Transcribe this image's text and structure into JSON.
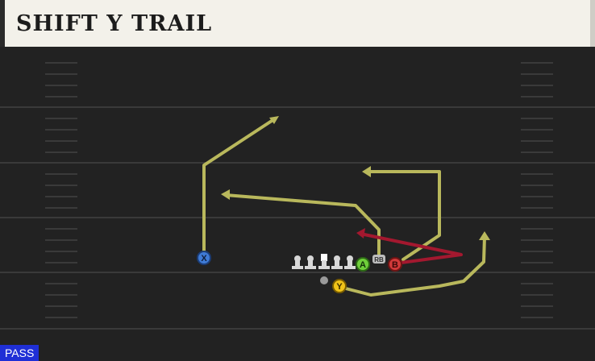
{
  "play": {
    "name": "SHIFT Y TRAIL",
    "type_badge": "PASS"
  },
  "players": {
    "x": "X",
    "a": "A",
    "b": "B",
    "y": "Y",
    "rb": "RB"
  },
  "colors": {
    "route": "#b9b85c",
    "route_hot": "#a3182f",
    "field": "#222222",
    "x_circle": "#3f7bd6",
    "a_circle": "#6fcf3a",
    "b_circle": "#d23a3a",
    "y_circle": "#f0c419",
    "badge": "#1f2fd6"
  }
}
